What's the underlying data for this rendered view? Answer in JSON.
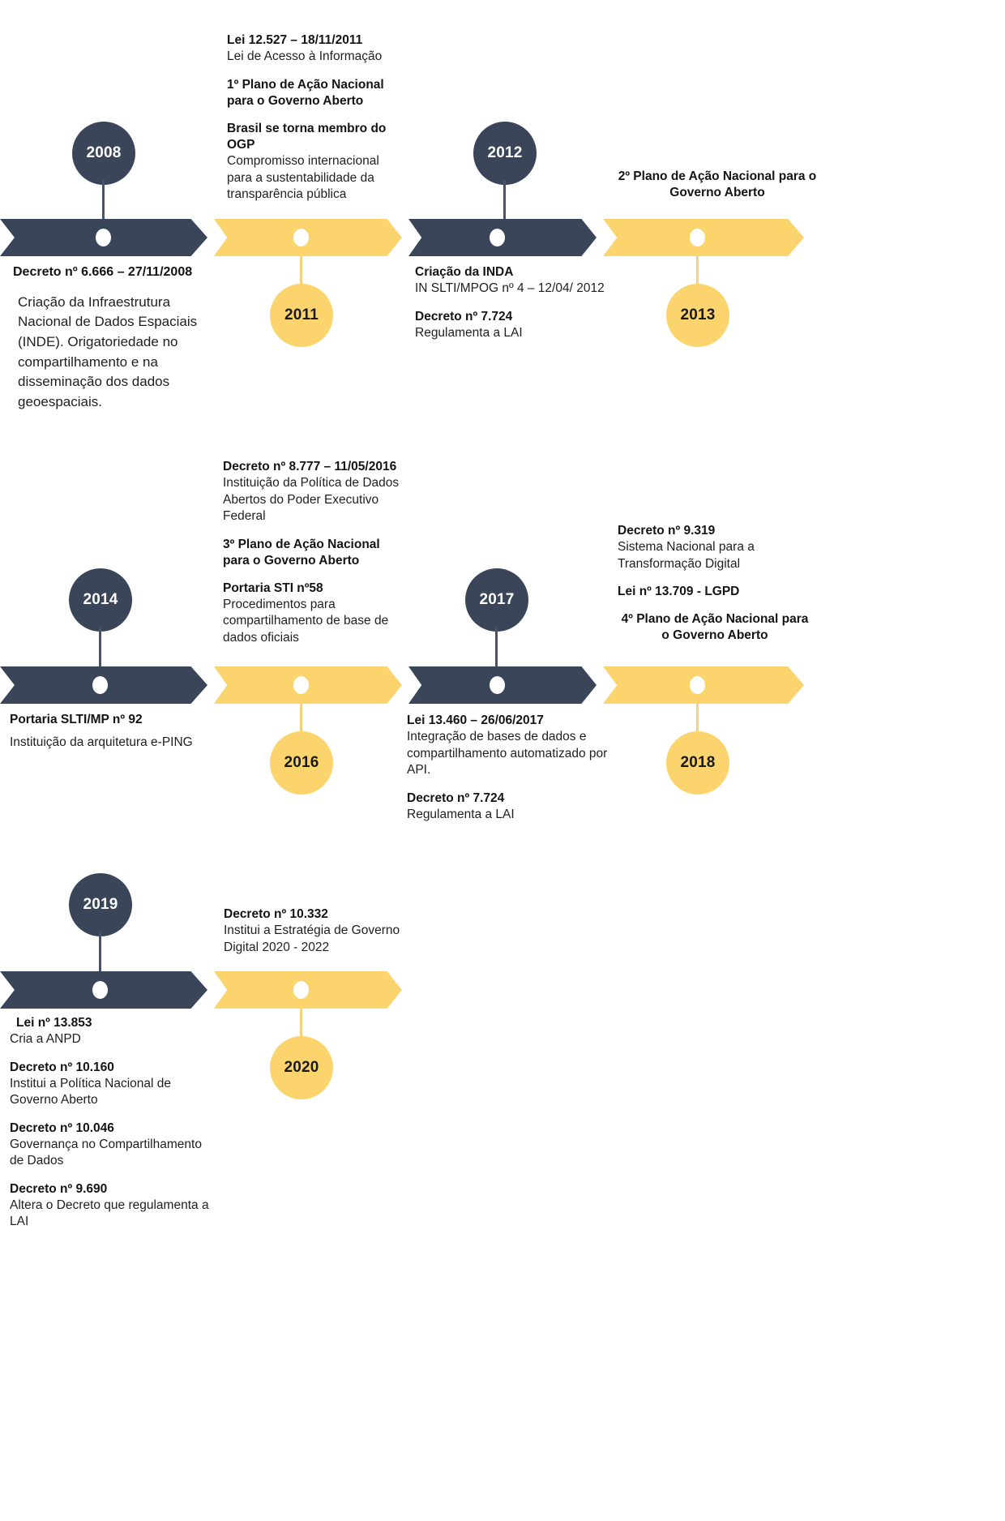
{
  "meta": {
    "title": "Linha do Tempo — Marcos Legais de Dados Abertos e Governo Digital no Brasil",
    "colors": {
      "dark": "#3a4559",
      "yellow": "#fbd46d",
      "text": "#141414",
      "background": "#ffffff"
    }
  },
  "rows": [
    {
      "id": "row-1",
      "years": [
        "2008",
        "2011",
        "2012",
        "2013"
      ]
    },
    {
      "id": "row-2",
      "years": [
        "2014",
        "2016",
        "2017",
        "2018"
      ]
    },
    {
      "id": "row-3",
      "years": [
        "2019",
        "2020"
      ]
    }
  ],
  "bubbles": {
    "y2008": "2008",
    "y2011": "2011",
    "y2012": "2012",
    "y2013": "2013",
    "y2014": "2014",
    "y2016": "2016",
    "y2017": "2017",
    "y2018": "2018",
    "y2019": "2019",
    "y2020": "2020"
  },
  "blocks": {
    "b2011": {
      "e1_title": "Lei 12.527 – 18/11/2011",
      "e1_sub": "Lei de Acesso à Informação",
      "e2_title": "1º Plano de Ação Nacional para o Governo Aberto",
      "e3_title": "Brasil se torna membro do OGP",
      "e3_sub": "Compromisso internacional para a sustentabilidade da transparência pública"
    },
    "b2013": {
      "e1_title": "2º Plano de Ação Nacional para o Governo Aberto"
    },
    "b2008": {
      "e1_title": "Decreto nº 6.666 – 27/11/2008",
      "e1_sub": "Criação da Infraestrutura Nacional de Dados Espaciais (INDE). Origatoriedade no compartilhamento e na disseminação dos dados geoespaciais."
    },
    "b2012": {
      "e1_title": "Criação da INDA",
      "e1_sub": "IN SLTI/MPOG nº 4 – 12/04/ 2012",
      "e2_title": "Decreto nº 7.724",
      "e2_sub": "Regulamenta a LAI"
    },
    "b2016": {
      "e1_title": "Decreto nº 8.777 – 11/05/2016",
      "e1_sub": "Instituição da Política de Dados Abertos do Poder Executivo Federal",
      "e2_title": "3º Plano de Ação Nacional para o Governo Aberto",
      "e3_title": "Portaria STI nº58",
      "e3_sub": "Procedimentos para compartilhamento de base de dados oficiais"
    },
    "b2018": {
      "e1_title": "Decreto nº 9.319",
      "e1_sub": "Sistema Nacional para a Transformação Digital",
      "e2_title": "Lei nº 13.709 - LGPD",
      "e3_title": "4º Plano de Ação Nacional para o Governo Aberto"
    },
    "b2014": {
      "e1_title": "Portaria SLTI/MP nº 92",
      "e1_sub": "Instituição da arquitetura e-PING"
    },
    "b2017": {
      "e1_title": "Lei 13.460 – 26/06/2017",
      "e1_sub": "Integração de bases de dados e compartilhamento automatizado por API.",
      "e2_title": "Decreto nº 7.724",
      "e2_sub": "Regulamenta a LAI"
    },
    "b2020": {
      "e1_title": "Decreto nº 10.332",
      "e1_sub": "Institui a Estratégia de Governo Digital 2020 - 2022"
    },
    "b2019": {
      "e1_title": "Lei nº 13.853",
      "e1_sub": "Cria a ANPD",
      "e2_title": "Decreto nº 10.160",
      "e2_sub": "Institui a Política Nacional de Governo Aberto",
      "e3_title": "Decreto nº 10.046",
      "e3_sub": "Governança no Compartilhamento de Dados",
      "e4_title": "Decreto nº 9.690",
      "e4_sub": "Altera o Decreto que regulamenta a LAI"
    }
  }
}
